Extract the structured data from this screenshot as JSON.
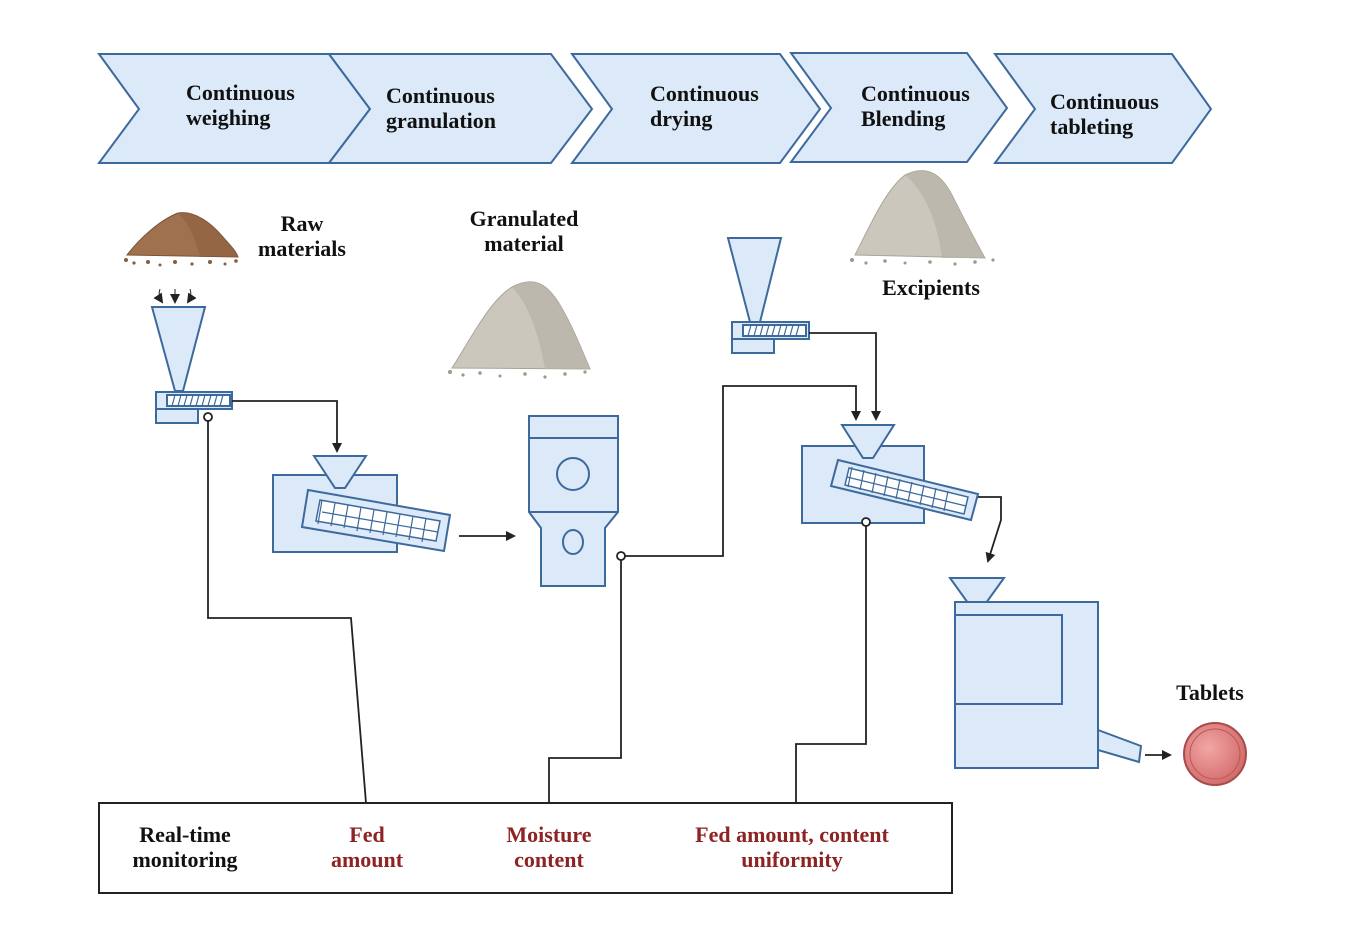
{
  "stages": [
    {
      "label": "Continuous\nweighing"
    },
    {
      "label": "Continuous\ngranulation"
    },
    {
      "label": "Continuous\ndrying"
    },
    {
      "label": "Continuous\nBlending"
    },
    {
      "label": "Continuous\ntableting"
    }
  ],
  "materials": {
    "raw": "Raw\nmaterials",
    "granulated": "Granulated\nmaterial",
    "excipients": "Excipients",
    "tablets": "Tablets"
  },
  "monitoring": {
    "title": "Real-time\nmonitoring",
    "items": [
      {
        "label": "Fed\namount"
      },
      {
        "label": "Moisture\ncontent"
      },
      {
        "label": "Fed amount, content\nuniformity"
      }
    ]
  },
  "colors": {
    "equipment_fill": "#dbe9f8",
    "equipment_stroke": "#3d6a9c",
    "monitor_text": "#8e2323",
    "tablet": "#e08585"
  }
}
